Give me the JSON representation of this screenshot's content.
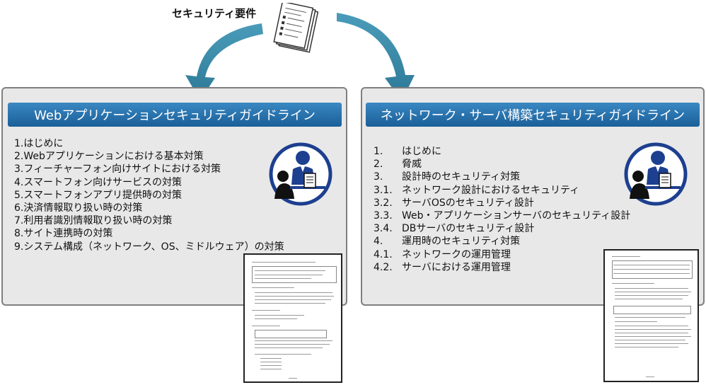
{
  "header": {
    "label": "セキュリティ要件"
  },
  "colors": {
    "arrow": "#3d8fae",
    "title_bar": "#2270ad",
    "panel_bg": "#e8e8e8",
    "icon_ring": "#1d3f8f"
  },
  "left_panel": {
    "title": "Webアプリケーションセキュリティガイドライン",
    "items": [
      {
        "num": "1.",
        "text": "はじめに"
      },
      {
        "num": "2.",
        "text": "Webアプリケーションにおける基本対策"
      },
      {
        "num": "3.",
        "text": "フィーチャーフォン向けサイトにおける対策"
      },
      {
        "num": "4.",
        "text": "スマートフォン向けサービスの対策"
      },
      {
        "num": "5.",
        "text": "スマートフォンアプリ提供時の対策"
      },
      {
        "num": "6.",
        "text": "決済情報取り扱い時の対策"
      },
      {
        "num": "7.",
        "text": "利用者識別情報取り扱い時の対策"
      },
      {
        "num": "8.",
        "text": "サイト連携時の対策"
      },
      {
        "num": "9.",
        "text": "システム構成（ネットワーク、OS、ミドルウェア）の対策"
      }
    ]
  },
  "right_panel": {
    "title": "ネットワーク・サーバ構築セキュリティガイドライン",
    "items": [
      {
        "num": "1.",
        "text": "はじめに"
      },
      {
        "num": "2.",
        "text": "脅威"
      },
      {
        "num": "3.",
        "text": "設計時のセキュリティ対策"
      },
      {
        "num": "3.1.",
        "text": "ネットワーク設計におけるセキュリティ"
      },
      {
        "num": "3.2.",
        "text": "サーバOSのセキュリティ設計"
      },
      {
        "num": "3.3.",
        "text": "Web・アプリケーションサーバのセキュリティ設計"
      },
      {
        "num": "3.4.",
        "text": "DBサーバのセキュリティ設計"
      },
      {
        "num": "4.",
        "text": "運用時のセキュリティ対策"
      },
      {
        "num": "4.1.",
        "text": "ネットワークの運用管理"
      },
      {
        "num": "4.2.",
        "text": "サーバにおける運用管理"
      }
    ]
  },
  "icons": {
    "requirements_doc": "document-stack-icon",
    "left_person": "person-at-desk-icon",
    "right_person": "person-at-desk-icon",
    "left_thumbnail": "document-page-icon",
    "right_thumbnail": "document-page-icon"
  }
}
